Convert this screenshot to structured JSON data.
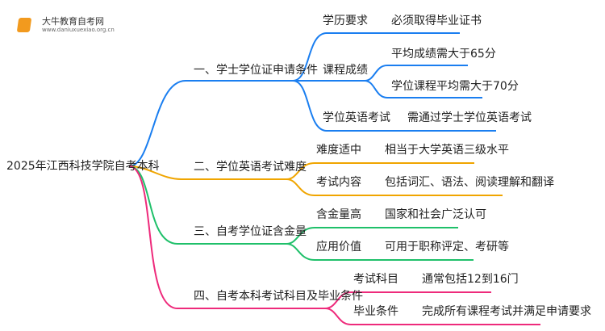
{
  "logo": {
    "name": "大牛教育自考网",
    "url": "www.daniuxuexiao.org.cn"
  },
  "root": "2025年江西科技学院自考本科",
  "colors": {
    "b1": "#1a7ef0",
    "b2": "#f0a500",
    "b3": "#1fc06a",
    "b4": "#ee2a7b"
  },
  "branches": [
    {
      "label": "一、学士学位证申请条件",
      "children": [
        {
          "label": "学历要求",
          "detail": [
            "必须取得毕业证书"
          ]
        },
        {
          "label": "课程成绩",
          "detail": [
            "平均成绩需大于65分",
            "学位课程平均需大于70分"
          ]
        },
        {
          "label": "学位英语考试",
          "detail": [
            "需通过学士学位英语考试"
          ]
        }
      ]
    },
    {
      "label": "二、学位英语考试难度",
      "children": [
        {
          "label": "难度适中",
          "detail": [
            "相当于大学英语三级水平"
          ]
        },
        {
          "label": "考试内容",
          "detail": [
            "包括词汇、语法、阅读理解和翻译"
          ]
        }
      ]
    },
    {
      "label": "三、自考学位证含金量",
      "children": [
        {
          "label": "含金量高",
          "detail": [
            "国家和社会广泛认可"
          ]
        },
        {
          "label": "应用价值",
          "detail": [
            "可用于职称评定、考研等"
          ]
        }
      ]
    },
    {
      "label": "四、自考本科考试科目及毕业条件",
      "children": [
        {
          "label": "考试科目",
          "detail": [
            "通常包括12到16门"
          ]
        },
        {
          "label": "毕业条件",
          "detail": [
            "完成所有课程考试并满足申请要求"
          ]
        }
      ]
    }
  ]
}
